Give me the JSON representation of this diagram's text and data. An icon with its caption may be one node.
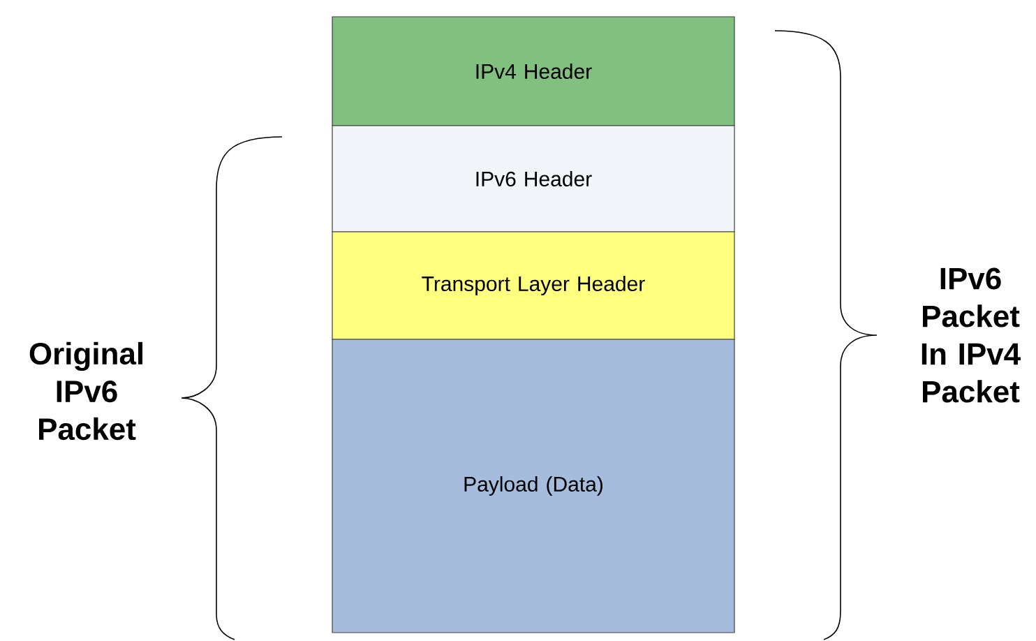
{
  "diagram": {
    "nodes": [
      {
        "text": [
          "IPv4 Header"
        ]
      },
      {
        "text": [
          "IPv6 Header"
        ]
      },
      {
        "text": [
          "Transport Layer Header"
        ]
      },
      {
        "text": [
          "Payload (Data)"
        ]
      }
    ],
    "labels": [
      "Original IPv6 Packet",
      "IPv6 Packet In IPv4 Packet"
    ]
  }
}
